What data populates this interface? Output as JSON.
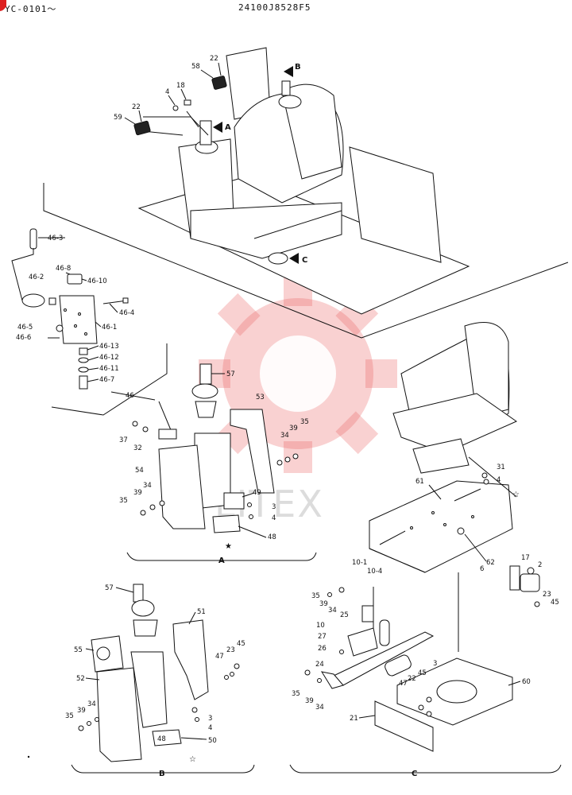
{
  "header": {
    "model_code": "YC-0101～",
    "part_number": "24100J8528F5"
  },
  "watermark": {
    "text": "LITEX",
    "color": "#e85a5a"
  },
  "sections": {
    "A": "A",
    "B": "B",
    "C": "C"
  },
  "view_markers": {
    "A": "A",
    "B": "B",
    "C": "C"
  },
  "symbols": {
    "star_filled": "★",
    "star_open": "☆"
  },
  "callouts": {
    "c22a": "22",
    "c58": "58",
    "c18": "18",
    "c4a": "4",
    "c59": "59",
    "c22b": "22",
    "c46_3": "46-3",
    "c46_8": "46-8",
    "c46_2": "46-2",
    "c46_10": "46-10",
    "c46_4": "46-4",
    "c46_5": "46-5",
    "c46_1": "46-1",
    "c46_6": "46-6",
    "c46_13": "46-13",
    "c46_12": "46-12",
    "c46_11": "46-11",
    "c46_7": "46-7",
    "c46": "46",
    "c57a": "57",
    "c53": "53",
    "c35a": "35",
    "c34a": "34",
    "c39a": "39",
    "c37": "37",
    "c32": "32",
    "c54": "54",
    "c39b": "39",
    "c34b": "34",
    "c35b": "35",
    "c49": "49",
    "c3a": "3",
    "c4b": "4",
    "c48": "48",
    "c31": "31",
    "c4c": "4",
    "c61": "61",
    "c62": "62",
    "c6": "6",
    "c10_1": "10-1",
    "c10_4": "10-4",
    "c17": "17",
    "c2": "2",
    "c23a": "23",
    "c45a": "45",
    "c57b": "57",
    "c51": "51",
    "c55": "55",
    "c47a": "47",
    "c23b": "23",
    "c45b": "45",
    "c52": "52",
    "c39c": "39",
    "c34c": "34",
    "c35c": "35",
    "c3b": "3",
    "c4d": "4",
    "c50": "50",
    "c48b": "48",
    "c35d": "35",
    "c39d": "39",
    "c34d": "34",
    "c25": "25",
    "c10": "10",
    "c27": "27",
    "c26": "26",
    "c24": "24",
    "c3c": "3",
    "c45c": "45",
    "c22c": "22",
    "c47b": "47",
    "c60": "60",
    "c35e": "35",
    "c39e": "39",
    "c34e": "34",
    "c21": "21"
  }
}
